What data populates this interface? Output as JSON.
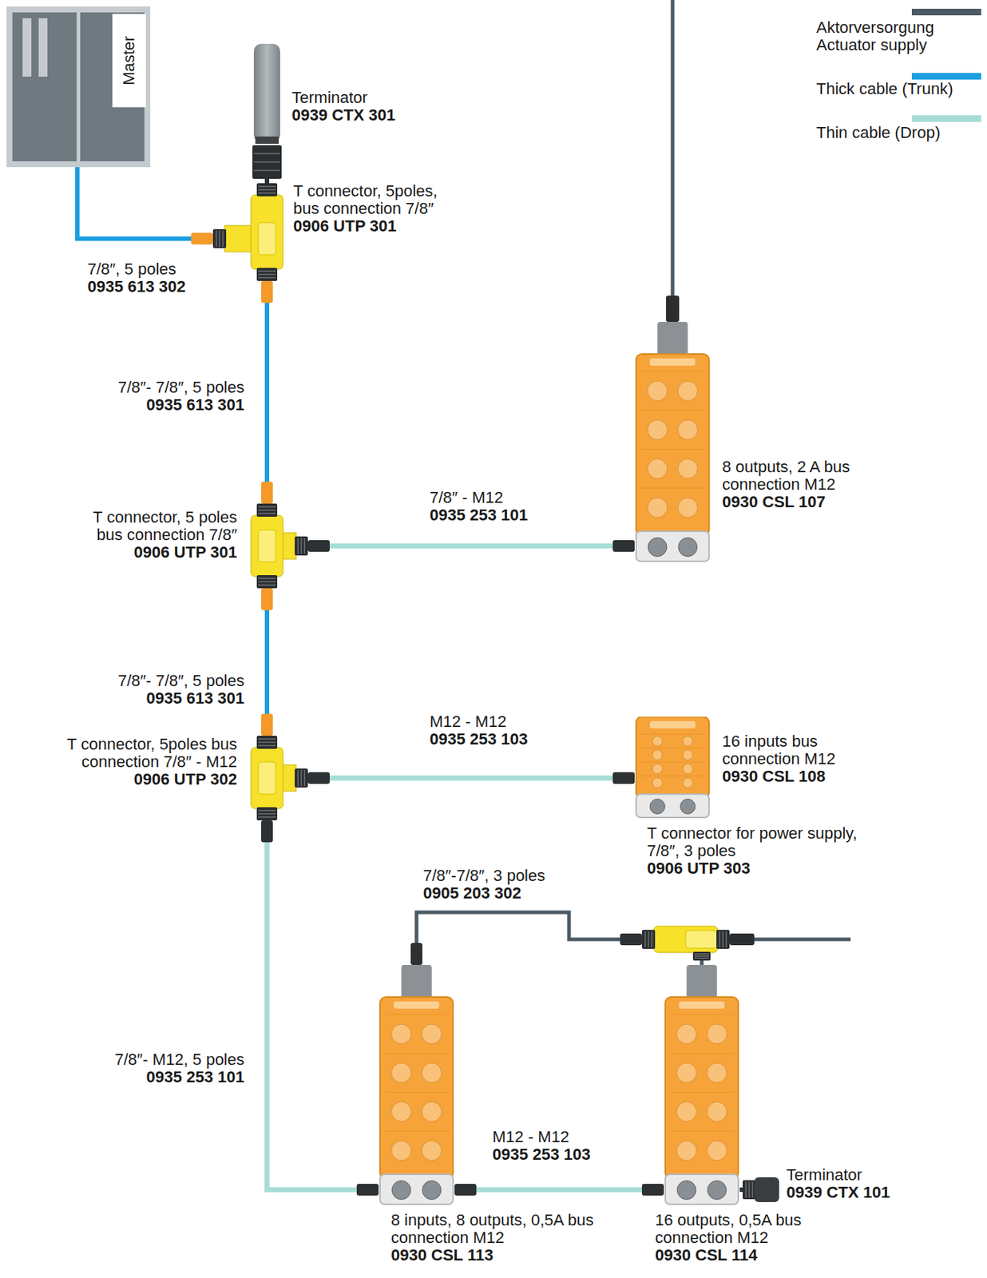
{
  "diagram": {
    "nodes": [
      {
        "text": [
          "Master"
        ]
      },
      {
        "text": [
          "Terminator",
          "0939 CTX 301"
        ]
      },
      {
        "text": [
          "T connector, 5poles, bus connection 7/8″",
          "0906 UTP 301"
        ]
      },
      {
        "text": [
          "T connector, 5 poles bus connection 7/8″",
          "0906 UTP 301"
        ]
      },
      {
        "text": [
          "8 outputs, 2 A bus connection M12",
          "0930 CSL 107"
        ]
      },
      {
        "text": [
          "T connector, 5poles bus connection 7/8″ - M12",
          "0906 UTP 302"
        ]
      },
      {
        "text": [
          "16 inputs bus connection M12",
          "0930 CSL 108"
        ]
      },
      {
        "text": [
          "8 inputs, 8 outputs, 0,5A bus connection M12",
          "0930 CSL 113"
        ]
      },
      {
        "text": [
          "T connector for power supply, 7/8″, 3 poles",
          "0906 UTP 303"
        ]
      },
      {
        "text": [
          "16 outputs, 0,5A bus connection M12",
          "0930 CSL 114"
        ]
      },
      {
        "text": [
          "Terminator",
          "0939 CTX 101"
        ]
      }
    ],
    "edges": [
      {
        "from": 0,
        "to": 2,
        "arrow": "none"
      },
      {
        "from": 1,
        "to": 2,
        "arrow": "none"
      },
      {
        "from": 2,
        "to": 3,
        "arrow": "none"
      },
      {
        "from": 3,
        "to": 4,
        "arrow": "none"
      },
      {
        "from": 3,
        "to": 5,
        "arrow": "none"
      },
      {
        "from": 5,
        "to": 6,
        "arrow": "none"
      },
      {
        "from": 5,
        "to": 7,
        "arrow": "none"
      },
      {
        "from": 7,
        "to": 9,
        "arrow": "none"
      },
      {
        "from": 7,
        "to": 8,
        "arrow": "none"
      },
      {
        "from": 8,
        "to": 9,
        "arrow": "none"
      },
      {
        "from": 9,
        "to": 10,
        "arrow": "none"
      }
    ],
    "labels": [
      "7/8″, 5 poles",
      "0935 613 302",
      "7/8″- 7/8″, 5 poles",
      "0935 613 301",
      "7/8″ - M12",
      "0935 253 101",
      "7/8″- 7/8″, 5 poles",
      "0935 613 301",
      "M12 - M12",
      "0935 253 103",
      "7/8″-7/8″, 3 poles",
      "0905 203 302",
      "7/8″- M12, 5 poles",
      "0935 253 101",
      "M12 - M12",
      "0935 253 103"
    ],
    "legend": [
      {
        "text": "Aktorversorgung Actuator supply",
        "color": "#4b5a64"
      },
      {
        "text": "Thick cable (Trunk)",
        "color": "#1a9fe0"
      },
      {
        "text": "Thin cable (Drop)",
        "color": "#a6dcd6"
      }
    ]
  }
}
